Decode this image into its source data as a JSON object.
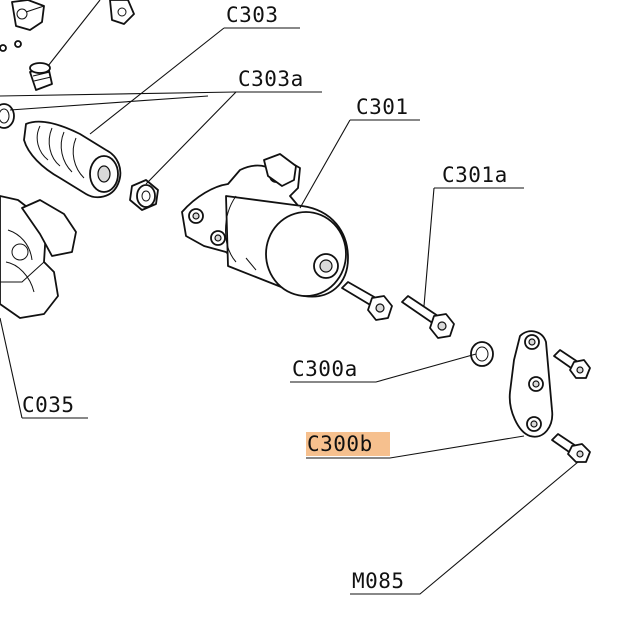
{
  "labels": {
    "c303": "C303",
    "c303a": "C303a",
    "c301": "C301",
    "c301a": "C301a",
    "c300a": "C300a",
    "c300b": "C300b",
    "c035": "C035",
    "m085": "M085"
  },
  "colors": {
    "highlight": "#f6c08e",
    "line": "#111111"
  }
}
